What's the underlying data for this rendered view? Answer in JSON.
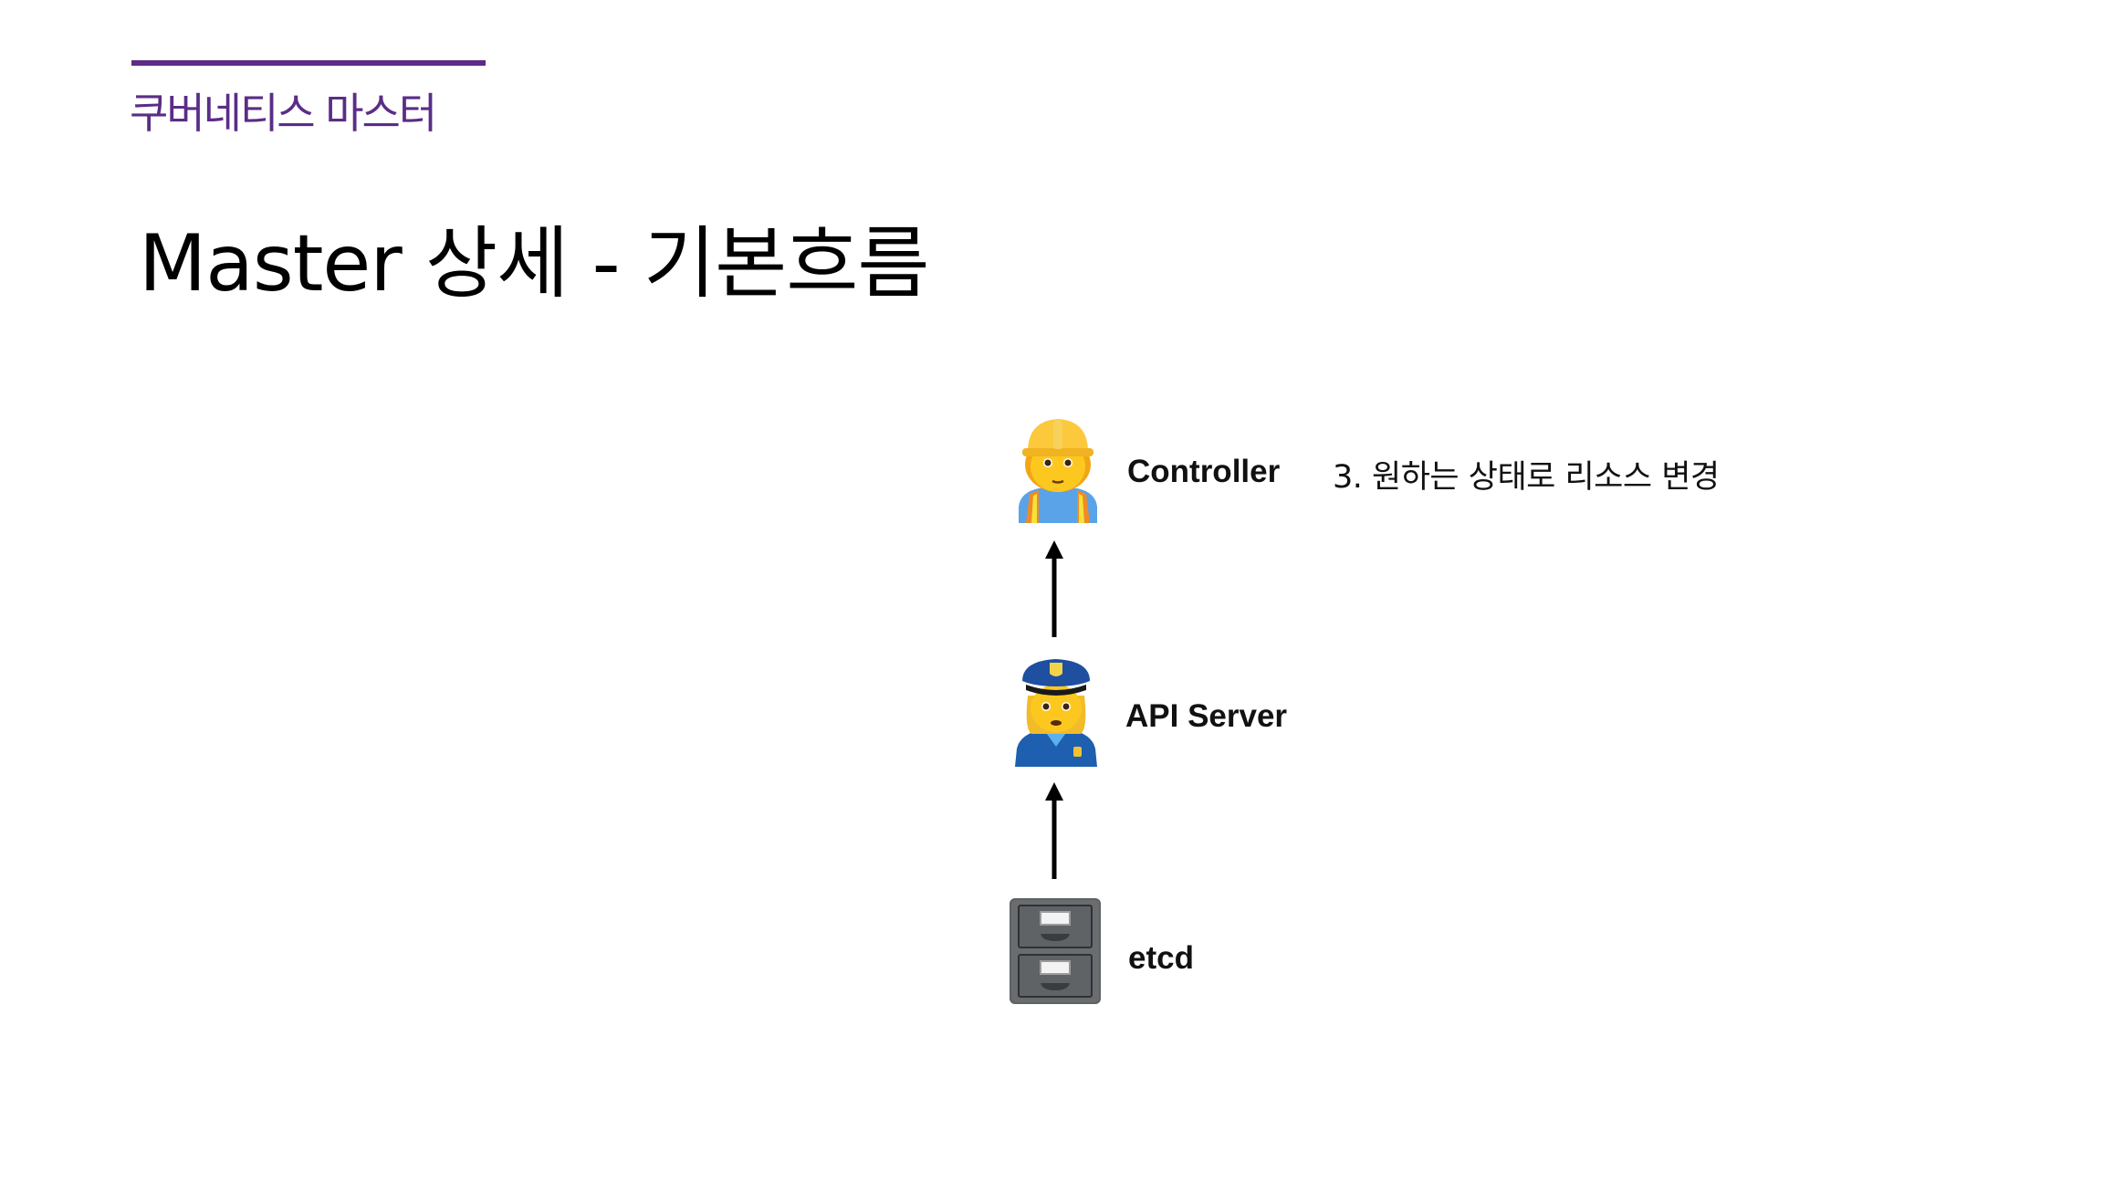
{
  "header": {
    "section_label": "쿠버네티스 마스터",
    "accent_color": "#5b2d86"
  },
  "slide": {
    "title": "Master 상세 - 기본흐름"
  },
  "diagram": {
    "nodes": [
      {
        "id": "controller",
        "label": "Controller",
        "icon": "construction-worker-icon"
      },
      {
        "id": "api-server",
        "label": "API Server",
        "icon": "police-officer-icon"
      },
      {
        "id": "etcd",
        "label": "etcd",
        "icon": "file-cabinet-icon"
      }
    ],
    "edges": [
      {
        "from": "etcd",
        "to": "api-server",
        "direction": "up"
      },
      {
        "from": "api-server",
        "to": "controller",
        "direction": "up"
      }
    ],
    "annotation": "3. 원하는 상태로 리소스 변경"
  }
}
